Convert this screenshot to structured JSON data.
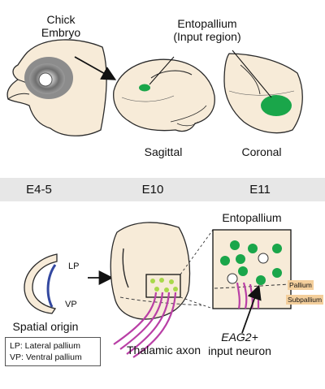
{
  "top": {
    "embryo_label": "Chick\nEmbryo",
    "entopallium_label": "Entopallium\n(Input region)",
    "sagittal_label": "Sagittal",
    "coronal_label": "Coronal"
  },
  "stages": [
    "E4-5",
    "E10",
    "E11"
  ],
  "bottom": {
    "lp_label": "LP",
    "vp_label": "VP",
    "spatial_origin_label": "Spatial origin",
    "thalamic_axon_label": "Thalamic axon",
    "entopallium_title": "Entopallium",
    "pallium_tag": "Pallium",
    "subpallium_tag": "Subpallium",
    "gene_label": "EAG2+",
    "neuron_label": "input neuron"
  },
  "legend": {
    "lp": "LP: Lateral pallium",
    "vp": "VP: Ventral pallium"
  },
  "colors": {
    "tissue": "#f7ebd8",
    "outline": "#2a2a2a",
    "green": "#1aa64a",
    "light_green": "#a8d84a",
    "magenta": "#b93fa6",
    "lp_blue": "#3348a0",
    "band": "#e7e7e7",
    "tag": "#f4cf9c"
  }
}
